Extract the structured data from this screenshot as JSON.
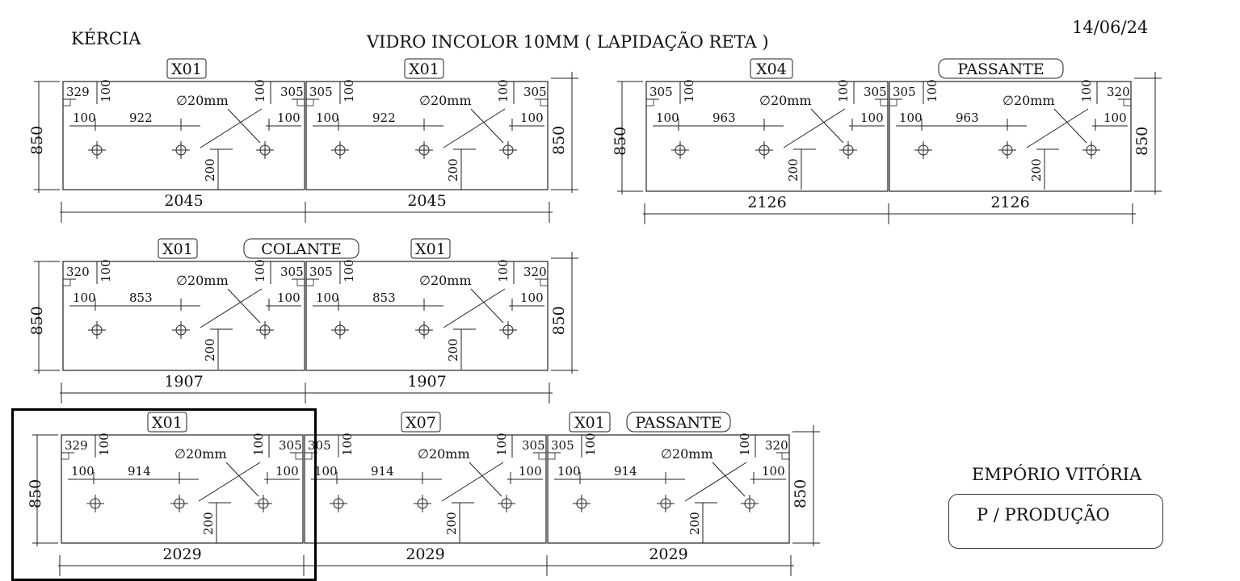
{
  "header": {
    "client": "KÉRCIA",
    "title": "VIDRO INCOLOR 10MM ( LAPIDAÇÃO RETA )",
    "date": "14/06/24"
  },
  "footer": {
    "company": "EMPÓRIO VITÓRIA",
    "stamp": "P / PRODUÇÃO"
  },
  "hole_label": "∅20mm",
  "row_height_label": "850",
  "panel_groups": [
    {
      "tags": [
        {
          "text": "X01",
          "style": "box"
        },
        {
          "text": "X01",
          "style": "box"
        }
      ],
      "panels": [
        {
          "width": "2045",
          "left_offset": "329",
          "right_offset": "305",
          "edge_left": "100",
          "edge_right": "100",
          "spacing": "922",
          "depth": "200",
          "vert_left": "100",
          "vert_right": "100"
        },
        {
          "width": "2045",
          "left_offset": "305",
          "right_offset": "305",
          "edge_left": "100",
          "edge_right": "100",
          "spacing": "922",
          "depth": "200",
          "vert_left": "100",
          "vert_right": "100"
        }
      ]
    },
    {
      "tags": [
        {
          "text": "X04",
          "style": "box"
        },
        {
          "text": "PASSANTE",
          "style": "pill"
        }
      ],
      "panels": [
        {
          "width": "2126",
          "left_offset": "305",
          "right_offset": "305",
          "edge_left": "100",
          "edge_right": "100",
          "spacing": "963",
          "depth": "200",
          "vert_left": "100",
          "vert_right": "100"
        },
        {
          "width": "2126",
          "left_offset": "305",
          "right_offset": "320",
          "edge_left": "100",
          "edge_right": "100",
          "spacing": "963",
          "depth": "200",
          "vert_left": "100",
          "vert_right": "100"
        }
      ]
    },
    {
      "tags": [
        {
          "text": "X01",
          "style": "box"
        },
        {
          "text": "COLANTE",
          "style": "pill"
        },
        {
          "text": "X01",
          "style": "box"
        }
      ],
      "panels": [
        {
          "width": "1907",
          "left_offset": "320",
          "right_offset": "305",
          "edge_left": "100",
          "edge_right": "100",
          "spacing": "853",
          "depth": "200",
          "vert_left": "100",
          "vert_right": "100"
        },
        {
          "width": "1907",
          "left_offset": "305",
          "right_offset": "320",
          "edge_left": "100",
          "edge_right": "100",
          "spacing": "853",
          "depth": "200",
          "vert_left": "100",
          "vert_right": "100"
        }
      ]
    },
    {
      "tags": [
        {
          "text": "X01",
          "style": "box"
        },
        {
          "text": "X07",
          "style": "box"
        },
        {
          "text": "X01",
          "style": "box"
        },
        {
          "text": "PASSANTE",
          "style": "pill"
        }
      ],
      "panels": [
        {
          "width": "2029",
          "left_offset": "329",
          "right_offset": "305",
          "edge_left": "100",
          "edge_right": "100",
          "spacing": "914",
          "depth": "200",
          "vert_left": "100",
          "vert_right": "100"
        },
        {
          "width": "2029",
          "left_offset": "305",
          "right_offset": "305",
          "edge_left": "100",
          "edge_right": "100",
          "spacing": "914",
          "depth": "200",
          "vert_left": "100",
          "vert_right": "100"
        },
        {
          "width": "2029",
          "left_offset": "305",
          "right_offset": "320",
          "edge_left": "100",
          "edge_right": "100",
          "spacing": "914",
          "depth": "200",
          "vert_left": "100",
          "vert_right": "100"
        }
      ]
    }
  ]
}
